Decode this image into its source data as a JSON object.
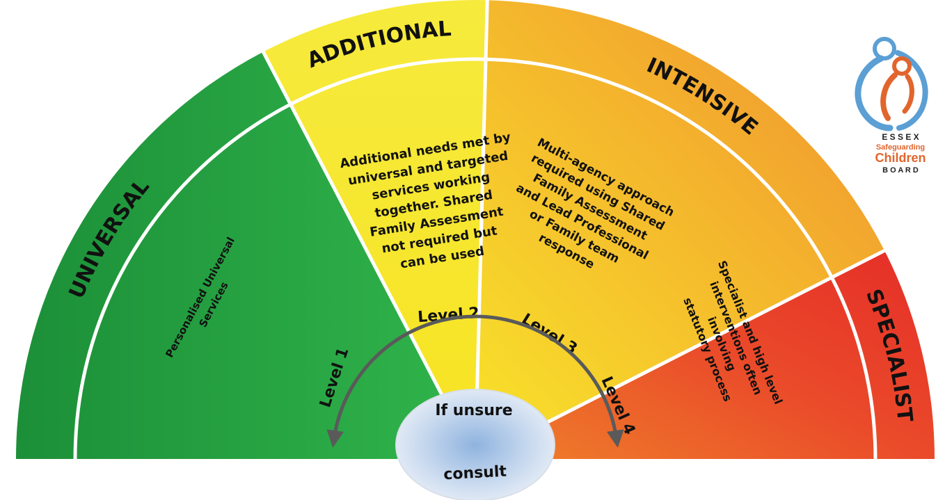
{
  "colors": {
    "universal": "#22a541",
    "additional": "#f5e33a",
    "intensive": "#f2a12f",
    "specialist": "#e8322a",
    "divider": "#ffffff",
    "arrow": "#5a5a5a",
    "logo_blue": "#5b9fd4",
    "logo_orange": "#e1652d"
  },
  "bands": {
    "universal": {
      "title": "UNIVERSAL",
      "description": [
        "Personalised Universal",
        "Services"
      ]
    },
    "additional": {
      "title": "ADDITIONAL",
      "description": [
        "Additional  needs met by",
        "universal and targeted",
        "services working",
        "together. Shared",
        "Family Assessment",
        "not required but",
        "can be used"
      ]
    },
    "intensive": {
      "title": "INTENSIVE",
      "description": [
        "Multi-agency approach",
        "required using Shared",
        "Family Assessment",
        "and Lead Professional",
        "or Family team",
        "response"
      ]
    },
    "specialist": {
      "title": "SPECIALIST",
      "description": [
        "Specialist and high level",
        "interventions often",
        "involving",
        "statutory process"
      ]
    }
  },
  "levels": [
    "Level  1",
    "Level  2",
    "Level  3",
    "Level  4"
  ],
  "center": {
    "line1": "If unsure",
    "line2": "consult"
  },
  "logo": {
    "name": "essex-safeguarding-children-board-logo",
    "line1": "E S S E X",
    "line2": "Safeguarding",
    "line3": "Children",
    "line4": "B O A R D"
  }
}
